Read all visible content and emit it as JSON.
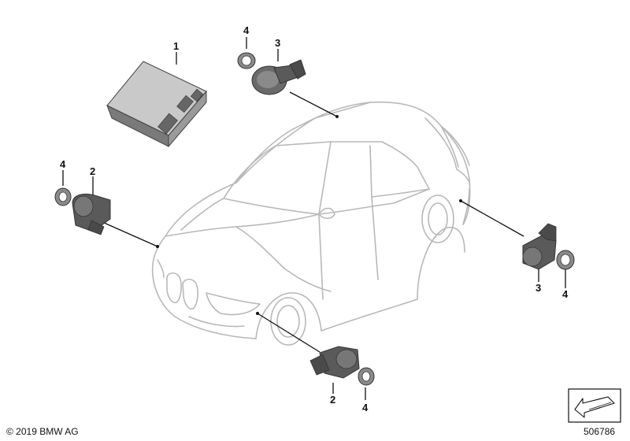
{
  "copyright": "© 2019 BMW AG",
  "diagram_id": "506786",
  "parts": {
    "control_unit": {
      "number": "1",
      "label": "1"
    },
    "sensor_front_left": {
      "number": "2",
      "label": "2"
    },
    "gasket_front_left": {
      "number": "4",
      "label": "4"
    },
    "sensor_top": {
      "number": "3",
      "label": "3"
    },
    "gasket_top": {
      "number": "4",
      "label": "4"
    },
    "sensor_rear_right": {
      "number": "3",
      "label": "3"
    },
    "gasket_rear_right": {
      "number": "4",
      "label": "4"
    },
    "sensor_front_bottom": {
      "number": "2",
      "label": "2"
    },
    "gasket_front_bottom": {
      "number": "4",
      "label": "4"
    }
  },
  "colors": {
    "car_outline": "#b8b8b8",
    "part_dark": "#5a5a5a",
    "part_mid": "#8a8a8a",
    "part_light": "#c9c9c9",
    "leader_line": "#111111"
  }
}
